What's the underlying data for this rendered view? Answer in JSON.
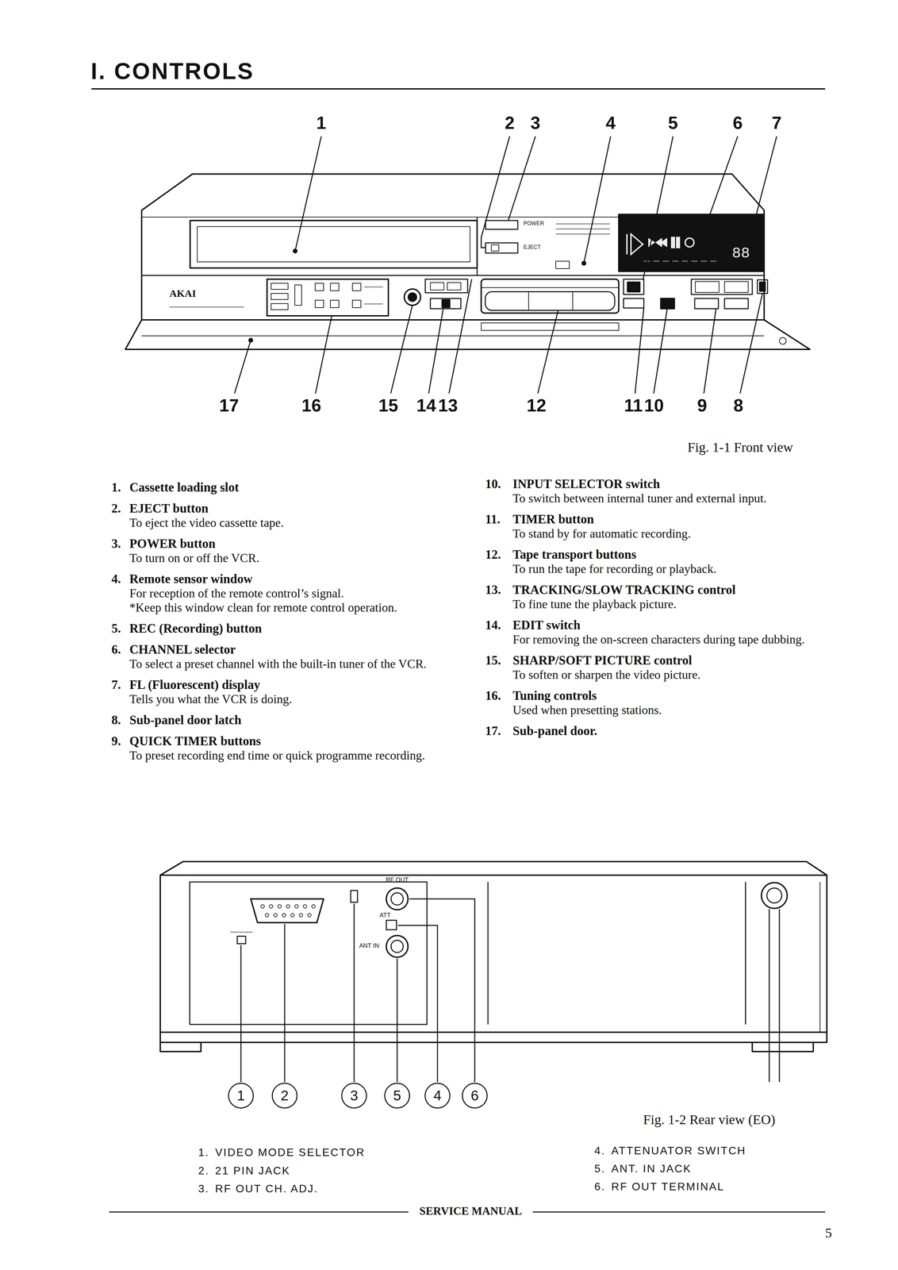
{
  "diagram": {
    "title": "I. CONTROLS",
    "nodes": [
      {
        "text": [
          "1"
        ]
      },
      {
        "text": [
          "2"
        ]
      },
      {
        "text": [
          "3"
        ]
      },
      {
        "text": [
          "5"
        ]
      },
      {
        "text": [
          "4"
        ]
      },
      {
        "text": [
          "6"
        ]
      }
    ],
    "labels": [
      "1",
      "2",
      "3",
      "4",
      "5",
      "6",
      "7",
      "17",
      "16",
      "15",
      "14",
      "13",
      "12",
      "11",
      "10",
      "9",
      "8",
      "AKAI",
      "POWER",
      "EJECT",
      "88",
      "Fig. 1-1 Front view",
      "1.",
      "Cassette loading slot",
      "2.",
      "EJECT button",
      "To eject the video cassette tape.",
      "3.",
      "POWER button",
      "To turn on or off the VCR.",
      "4.",
      "Remote sensor window",
      "For reception of the remote control’s signal.",
      "*Keep this window clean for remote control operation.",
      "5.",
      "REC (Recording) button",
      "6.",
      "CHANNEL selector",
      "To select a preset channel with the built-in tuner of the VCR.",
      "7.",
      "FL (Fluorescent) display",
      "Tells you what the VCR is doing.",
      "8.",
      "Sub-panel door latch",
      "9.",
      "QUICK TIMER buttons",
      "To preset recording end time or quick programme recording.",
      "10.",
      "INPUT SELECTOR switch",
      "To switch between internal tuner and external input.",
      "11.",
      "TIMER button",
      "To stand by for automatic recording.",
      "12.",
      "Tape transport buttons",
      "To run the tape for recording or playback.",
      "13.",
      "TRACKING/SLOW TRACKING control",
      "To fine tune the playback picture.",
      "14.",
      "EDIT switch",
      "For removing the on-screen characters during tape dubbing.",
      "15.",
      "SHARP/SOFT PICTURE control",
      "To soften or sharpen the video picture.",
      "16.",
      "Tuning controls",
      "Used when presetting stations.",
      "17.",
      "Sub-panel door.",
      "Fig. 1-2 Rear view (EO)",
      "RF OUT",
      "ATT",
      "ANT IN",
      "1.",
      "VIDEO MODE SELECTOR",
      "2.",
      "21 PIN JACK",
      "3.",
      "RF OUT CH. ADJ.",
      "4.",
      "ATTENUATOR SWITCH",
      "5.",
      "ANT. IN JACK",
      "6.",
      "RF OUT TERMINAL",
      "SERVICE MANUAL",
      "5"
    ]
  }
}
